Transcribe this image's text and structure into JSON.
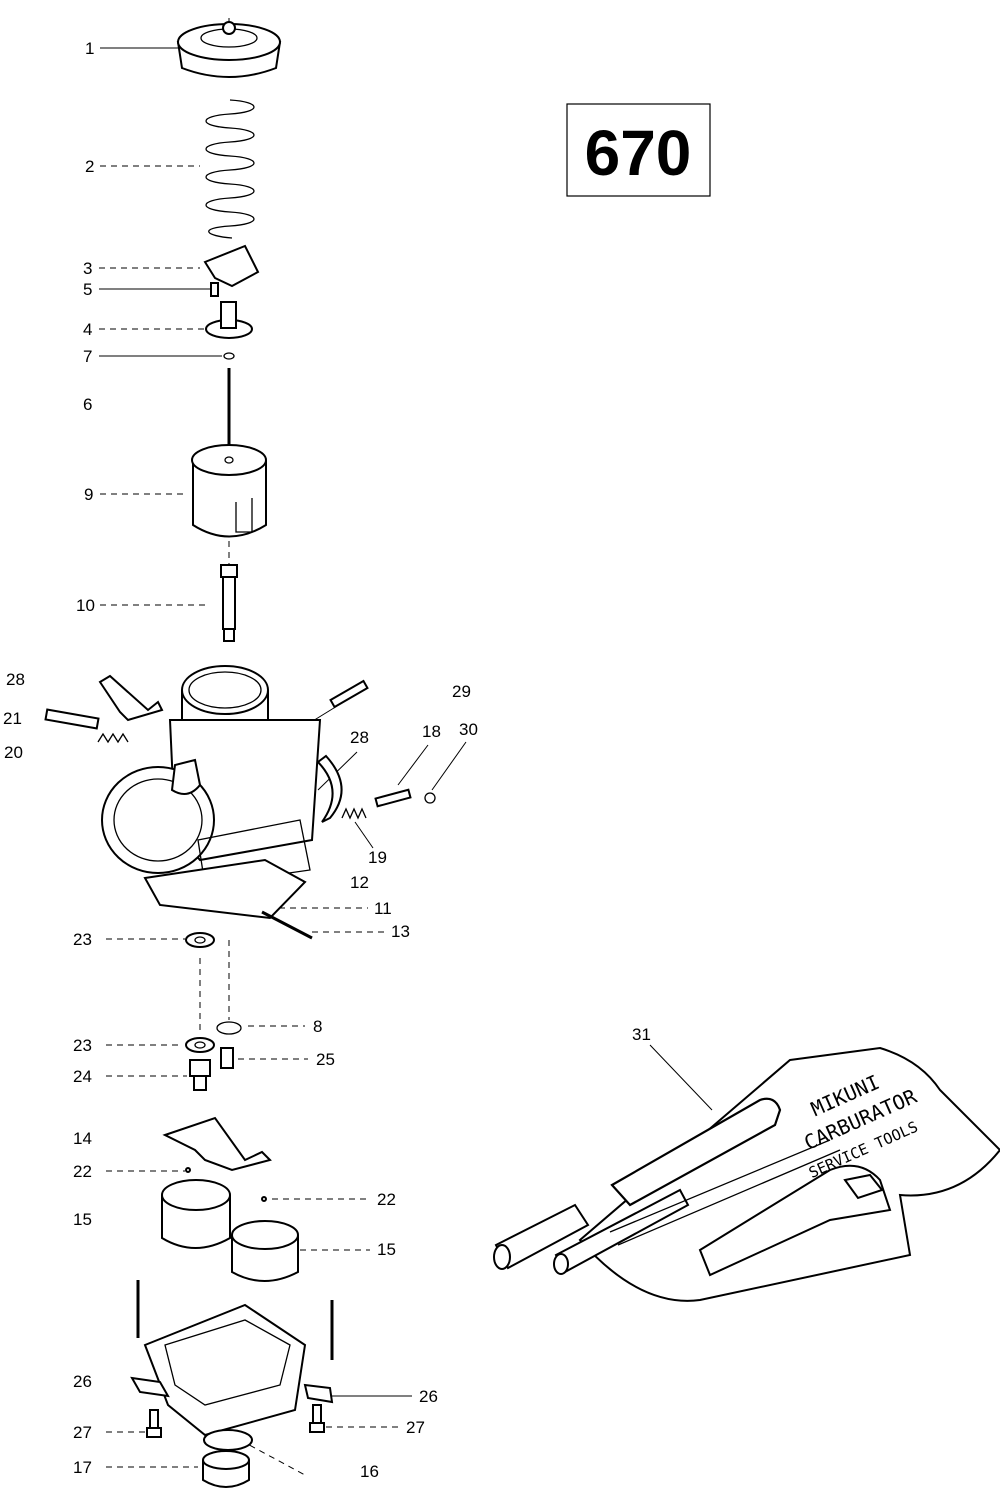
{
  "diagram_badge": "670",
  "tool_kit_text": {
    "line1": "MIKUNI",
    "line2": "CARBURATOR",
    "line3": "SERVICE TOOLS"
  },
  "callouts": [
    {
      "id": "c1",
      "text": "1"
    },
    {
      "id": "c2",
      "text": "2"
    },
    {
      "id": "c3",
      "text": "3"
    },
    {
      "id": "c5",
      "text": "5"
    },
    {
      "id": "c4",
      "text": "4"
    },
    {
      "id": "c7",
      "text": "7"
    },
    {
      "id": "c6",
      "text": "6"
    },
    {
      "id": "c9",
      "text": "9"
    },
    {
      "id": "c10",
      "text": "10"
    },
    {
      "id": "c28a",
      "text": "28"
    },
    {
      "id": "c29",
      "text": "29"
    },
    {
      "id": "c21",
      "text": "21"
    },
    {
      "id": "c20",
      "text": "20"
    },
    {
      "id": "c28b",
      "text": "28"
    },
    {
      "id": "c18",
      "text": "18"
    },
    {
      "id": "c30",
      "text": "30"
    },
    {
      "id": "c19",
      "text": "19"
    },
    {
      "id": "c12",
      "text": "12"
    },
    {
      "id": "c11",
      "text": "11"
    },
    {
      "id": "c13",
      "text": "13"
    },
    {
      "id": "c23a",
      "text": "23"
    },
    {
      "id": "c8",
      "text": "8"
    },
    {
      "id": "c23b",
      "text": "23"
    },
    {
      "id": "c25",
      "text": "25"
    },
    {
      "id": "c24",
      "text": "24"
    },
    {
      "id": "c31",
      "text": "31"
    },
    {
      "id": "c14",
      "text": "14"
    },
    {
      "id": "c22a",
      "text": "22"
    },
    {
      "id": "c22b",
      "text": "22"
    },
    {
      "id": "c15a",
      "text": "15"
    },
    {
      "id": "c15b",
      "text": "15"
    },
    {
      "id": "c26a",
      "text": "26"
    },
    {
      "id": "c26b",
      "text": "26"
    },
    {
      "id": "c27a",
      "text": "27"
    },
    {
      "id": "c27b",
      "text": "27"
    },
    {
      "id": "c17",
      "text": "17"
    },
    {
      "id": "c16",
      "text": "16"
    }
  ]
}
